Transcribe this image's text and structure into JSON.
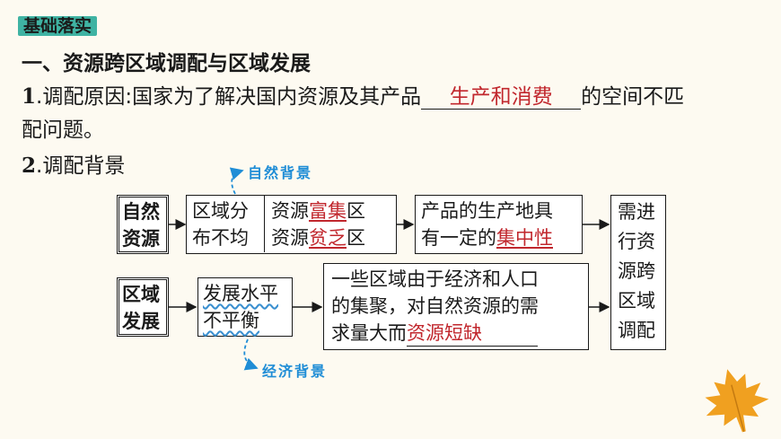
{
  "section_tag": "基础落实",
  "heading1": "一、资源跨区域调配与区域发展",
  "item1": {
    "num": "1",
    "label": ".调配原因:国家为了解决国内资源及其产品",
    "answer": "生产和消费",
    "tail": "的空间不匹",
    "tail2": "配问题。"
  },
  "item2": {
    "num": "2",
    "label": ".调配背景"
  },
  "diagram": {
    "natural_bg_label": "自然背景",
    "economic_bg_label": "经济背景",
    "box_natural": {
      "line1": "自然",
      "line2": "资源"
    },
    "box_region_dist": {
      "line1": "区域分",
      "line2": "布不均"
    },
    "box_resource": {
      "line1_pre": "资源",
      "line1_ans": "富集",
      "line1_post": "区",
      "line2_pre": "资源",
      "line2_ans": "贫乏",
      "line2_post": "区"
    },
    "box_product": {
      "line1": "产品的生产地具",
      "line2_pre": "有一定的",
      "line2_ans": "集中性"
    },
    "box_result": {
      "lines": [
        "需进",
        "行资",
        "源跨",
        "区域",
        "调配"
      ]
    },
    "box_regional_dev": {
      "line1": "区域",
      "line2": "发展"
    },
    "box_uneven": {
      "line1": "发展水平",
      "line2": "不平衡"
    },
    "box_demand": {
      "line1": "一些区域由于经济和人口",
      "line2": "的集聚，对自然资源的需",
      "line3_pre": "求量大而",
      "line3_ans": "资源短缺"
    }
  },
  "colors": {
    "accent": "#3fb3a3",
    "answer": "#c1272d",
    "arrow_blue": "#1f8dd6",
    "leaf": "#f0a020"
  }
}
